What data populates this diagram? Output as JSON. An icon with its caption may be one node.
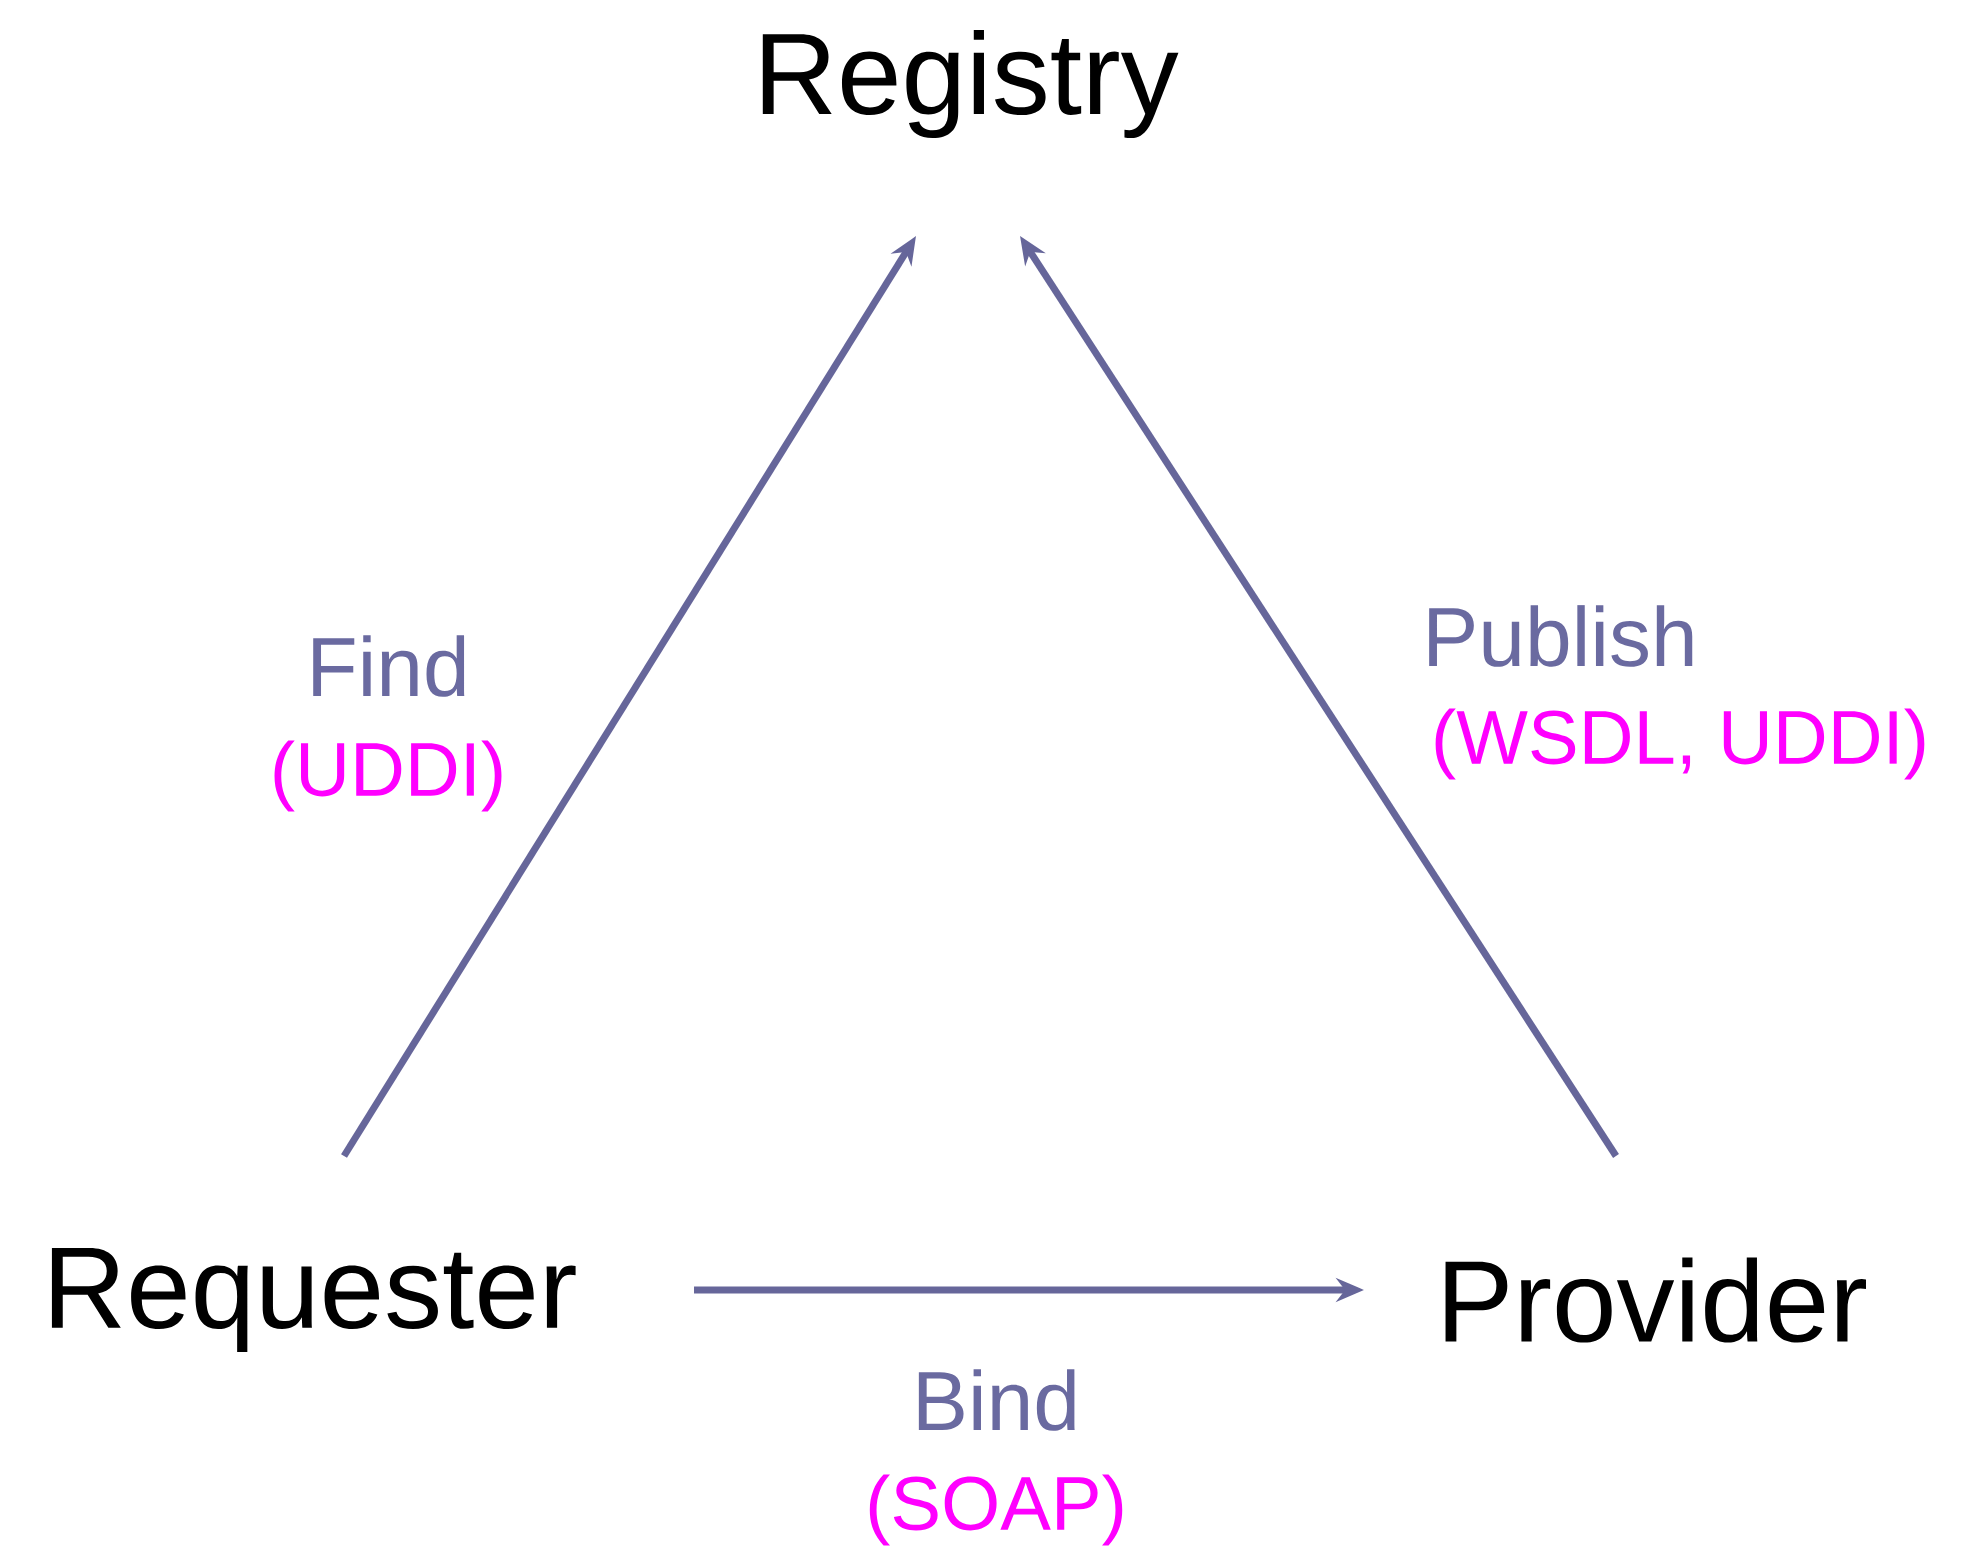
{
  "diagram": {
    "nodes": [
      {
        "text": [
          "Registry"
        ]
      },
      {
        "text": [
          "Requester"
        ]
      },
      {
        "text": [
          "Provider"
        ]
      }
    ],
    "edges": [
      {
        "from": 1,
        "to": 0,
        "arrow": "to",
        "label": "Find"
      },
      {
        "from": 2,
        "to": 0,
        "arrow": "to",
        "label": "Publish"
      },
      {
        "from": 1,
        "to": 2,
        "arrow": "to",
        "label": "Bind"
      }
    ],
    "labels": [
      "(UDDI)",
      "(WSDL, UDDI)",
      "(SOAP)"
    ]
  }
}
